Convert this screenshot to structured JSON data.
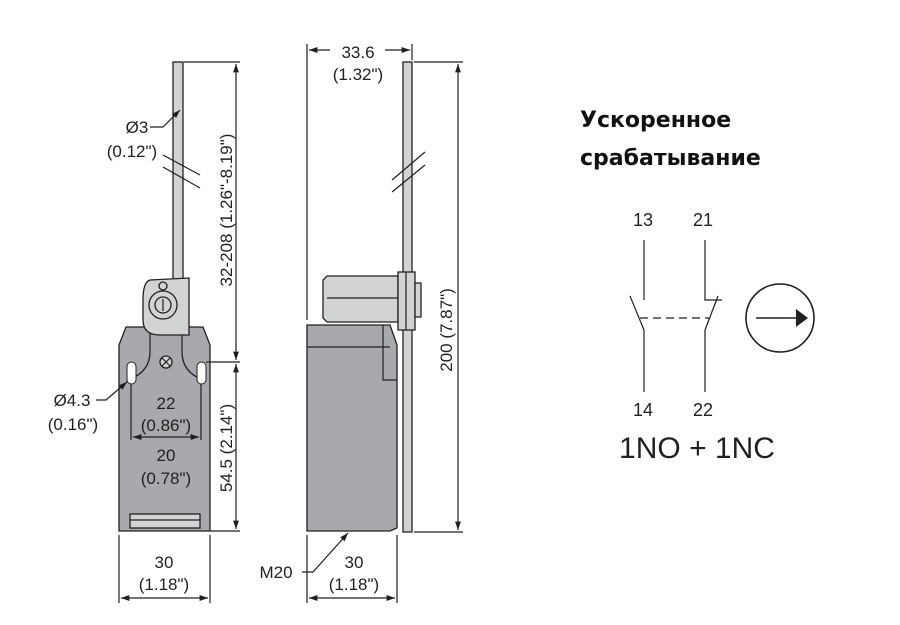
{
  "title": {
    "line1": "Ускоренное",
    "line2": "срабатывание"
  },
  "front_view": {
    "rod_diameter": "Ø3",
    "rod_diameter_in": "(0.12\")",
    "lever_length": "32-208 (1.26\"-8.19\")",
    "hole_diameter": "Ø4.3",
    "hole_diameter_in": "(0.16\")",
    "hole_spacing": "22",
    "hole_spacing_in": "(0.86\")",
    "inner_width": "20",
    "inner_width_in": "(0.78\")",
    "body_height": "54.5 (2.14\")",
    "width": "30",
    "width_in": "(1.18\")"
  },
  "side_view": {
    "depth": "33.6",
    "depth_in": "(1.32\")",
    "total_height": "200 (7.87\")",
    "thread": "M20",
    "width": "30",
    "width_in": "(1.18\")"
  },
  "circuit": {
    "terminals": {
      "t13": "13",
      "t21": "21",
      "t14": "14",
      "t22": "22"
    },
    "contact_type": "1NO + 1NC",
    "symbol": "snap-action-arrow-icon"
  }
}
